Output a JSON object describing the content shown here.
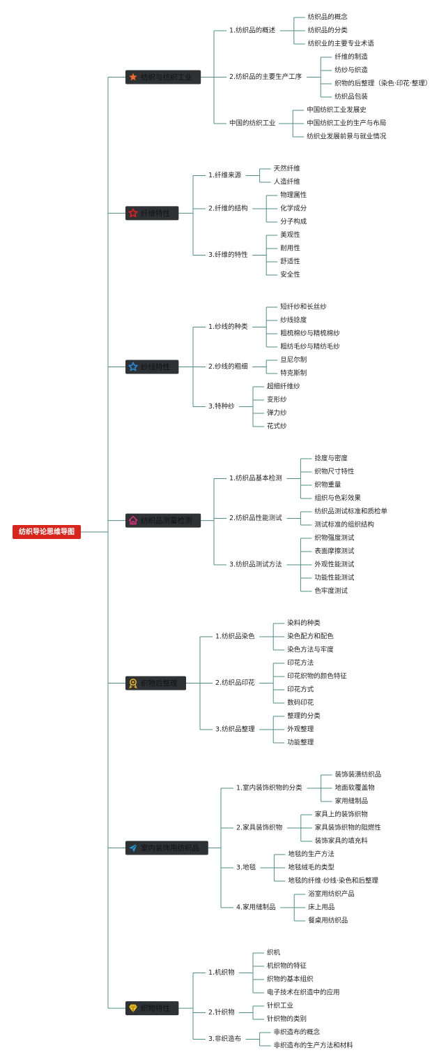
{
  "title": "纺织导论思维导图",
  "colors": {
    "root_bg": "#d9261c",
    "category_bg": "#2e3234",
    "line": "#4e8f80"
  },
  "categories": [
    {
      "label": "纺织与纺织工业",
      "icon": "star-filled-icon",
      "icon_color": "#f26b2b",
      "subs": [
        {
          "label": "1.纺织品的概述",
          "items": [
            "纺织品的概念",
            "纺织品的分类",
            "纺织业的主要专业术语"
          ]
        },
        {
          "label": "2.纺织品的主要生产工序",
          "items": [
            "纤维的制造",
            "纺纱与织造",
            "织物的后整理（染色·印花·整理）",
            "纺织品包装"
          ]
        },
        {
          "label": "中国的纺织工业",
          "items": [
            "中国纺织工业发展史",
            "中国纺织工业的生产与布局",
            "纺织业发展前景与就业情况"
          ]
        }
      ]
    },
    {
      "label": "纤维特性",
      "icon": "star-outline-icon",
      "icon_color": "#e02020",
      "subs": [
        {
          "label": "1.纤维来源",
          "items": [
            "天然纤维",
            "人造纤维"
          ]
        },
        {
          "label": "2.纤维的结构",
          "items": [
            "物理属性",
            "化学成分",
            "分子构成"
          ]
        },
        {
          "label": "3.纤维的特性",
          "items": [
            "美观性",
            "耐用性",
            "舒适性",
            "安全性"
          ]
        }
      ]
    },
    {
      "label": "纱线特性",
      "icon": "star-outline-icon",
      "icon_color": "#2a86d6",
      "subs": [
        {
          "label": "1.纱线的种类",
          "items": [
            "短纤纱和长丝纱",
            "纱线捻度",
            "粗梳棉纱与精梳棉纱",
            "粗纺毛纱与精纺毛纱"
          ]
        },
        {
          "label": "2.纱线的粗细",
          "items": [
            "旦尼尔制",
            "特克斯制"
          ]
        },
        {
          "label": "3.特种纱",
          "items": [
            "超细纤维纱",
            "变形纱",
            "弹力纱",
            "花式纱"
          ]
        }
      ]
    },
    {
      "label": "纺织品测量检测",
      "icon": "house-icon",
      "icon_color": "#e0307a",
      "subs": [
        {
          "label": "1.纺织品基本检测",
          "items": [
            "捻度与密度",
            "织物尺寸特性",
            "织物重量",
            "组织与色彩效果"
          ]
        },
        {
          "label": "2.纺织品性能测试",
          "items": [
            "纺织品测试标准和质检单",
            "测试标准的组织结构"
          ]
        },
        {
          "label": "3.纺织品测试方法",
          "items": [
            "织物强度测试",
            "表面摩擦测试",
            "外观性能测试",
            "功能性能测试",
            "色牢度测试"
          ]
        }
      ]
    },
    {
      "label": "织物后整理",
      "icon": "award-ribbon-icon",
      "icon_color": "#e8b020",
      "subs": [
        {
          "label": "1.纺织品染色",
          "items": [
            "染料的种类",
            "染色配方和配色",
            "染色方法与牢度"
          ]
        },
        {
          "label": "2.纺织品印花",
          "items": [
            "印花方法",
            "印花织物的颜色特征",
            "印花方式",
            "数码印花"
          ]
        },
        {
          "label": "3.纺织品整理",
          "items": [
            "整理的分类",
            "外观整理",
            "功能整理"
          ]
        }
      ]
    },
    {
      "label": "室内装饰用纺织品",
      "icon": "paper-plane-icon",
      "icon_color": "#2a9ad6",
      "subs": [
        {
          "label": "1.室内装饰织物的分类",
          "items": [
            "装饰装潢纺织品",
            "地面软覆盖物",
            "家用缝制品"
          ]
        },
        {
          "label": "2.家具装饰织物",
          "items": [
            "家具上的装饰织物",
            "家具装饰织物的阻燃性",
            "装饰家具的填充料"
          ]
        },
        {
          "label": "3.地毯",
          "items": [
            "地毯的生产方法",
            "地毯绒毛的类型",
            "地毯的纤维·纱线·染色和后整理"
          ]
        },
        {
          "label": "4.家用缝制品",
          "items": [
            "浴室用纺织产品",
            "床上用品",
            "餐桌用纺织品"
          ]
        }
      ]
    },
    {
      "label": "织物特性",
      "icon": "diamond-icon",
      "icon_color": "#f0c020",
      "subs": [
        {
          "label": "1.机织物",
          "items": [
            "织机",
            "机织物的特征",
            "织物的基本组织",
            "电子技术在织造中的应用"
          ]
        },
        {
          "label": "2.针织物",
          "items": [
            "针织工业",
            "针织物的类别"
          ]
        },
        {
          "label": "3.非织造布",
          "items": [
            "非织造布的概念",
            "非织造布的生产方法和材料"
          ]
        }
      ]
    }
  ]
}
